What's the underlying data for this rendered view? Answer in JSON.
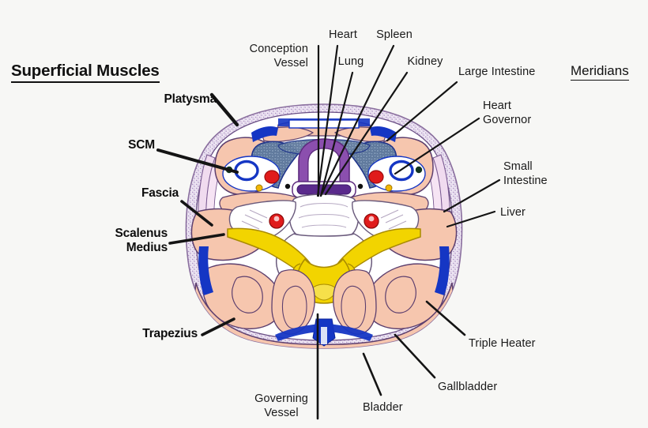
{
  "figure": {
    "type": "anatomical-cross-section",
    "subject": "Transverse cross-section of the human neck",
    "background_color": "#f7f7f5"
  },
  "headings": {
    "left": "Superficial Muscles",
    "right": "Meridians"
  },
  "muscle_labels": [
    {
      "id": "platysma",
      "text": "Platysma"
    },
    {
      "id": "scm",
      "text": "SCM"
    },
    {
      "id": "fascia",
      "text": "Fascia"
    },
    {
      "id": "scalenus-medius",
      "text": "Scalenus\nMedius"
    },
    {
      "id": "trapezius",
      "text": "Trapezius"
    }
  ],
  "meridian_labels": [
    {
      "id": "conception-vessel",
      "text": "Conception\nVessel"
    },
    {
      "id": "heart",
      "text": "Heart"
    },
    {
      "id": "spleen",
      "text": "Spleen"
    },
    {
      "id": "lung",
      "text": "Lung"
    },
    {
      "id": "kidney",
      "text": "Kidney"
    },
    {
      "id": "large-intestine",
      "text": "Large Intestine"
    },
    {
      "id": "heart-governor",
      "text": "Heart\nGovernor"
    },
    {
      "id": "small-intestine",
      "text": "Small\nIntestine"
    },
    {
      "id": "liver",
      "text": "Liver"
    },
    {
      "id": "triple-heater",
      "text": "Triple Heater"
    },
    {
      "id": "gallbladder",
      "text": "Gallbladder"
    },
    {
      "id": "bladder",
      "text": "Bladder"
    },
    {
      "id": "governing-vessel",
      "text": "Governing\nVessel"
    }
  ],
  "colors": {
    "skin_stipple": "#e6dcec",
    "skin_outline": "#8a6f9e",
    "muscle_fill": "#f6c6ae",
    "muscle_outline": "#5d3f6e",
    "vein_blue": "#1536c4",
    "vein_blue_dark": "#0a2299",
    "artery_red": "#e01b1b",
    "thyroid_fill": "#6f86a5",
    "thyroid_outline": "#20358c",
    "trachea_purple": "#7d3fa0",
    "esophagus_purple": "#6a2f93",
    "nerve_yellow": "#f2d400",
    "nerve_outline": "#a98b00",
    "bone_white": "#ffffff",
    "bone_outline": "#7a6a8c",
    "vagus_green": "#1c5c2e",
    "leader_line": "#141414",
    "text": "#1a1a1a"
  }
}
